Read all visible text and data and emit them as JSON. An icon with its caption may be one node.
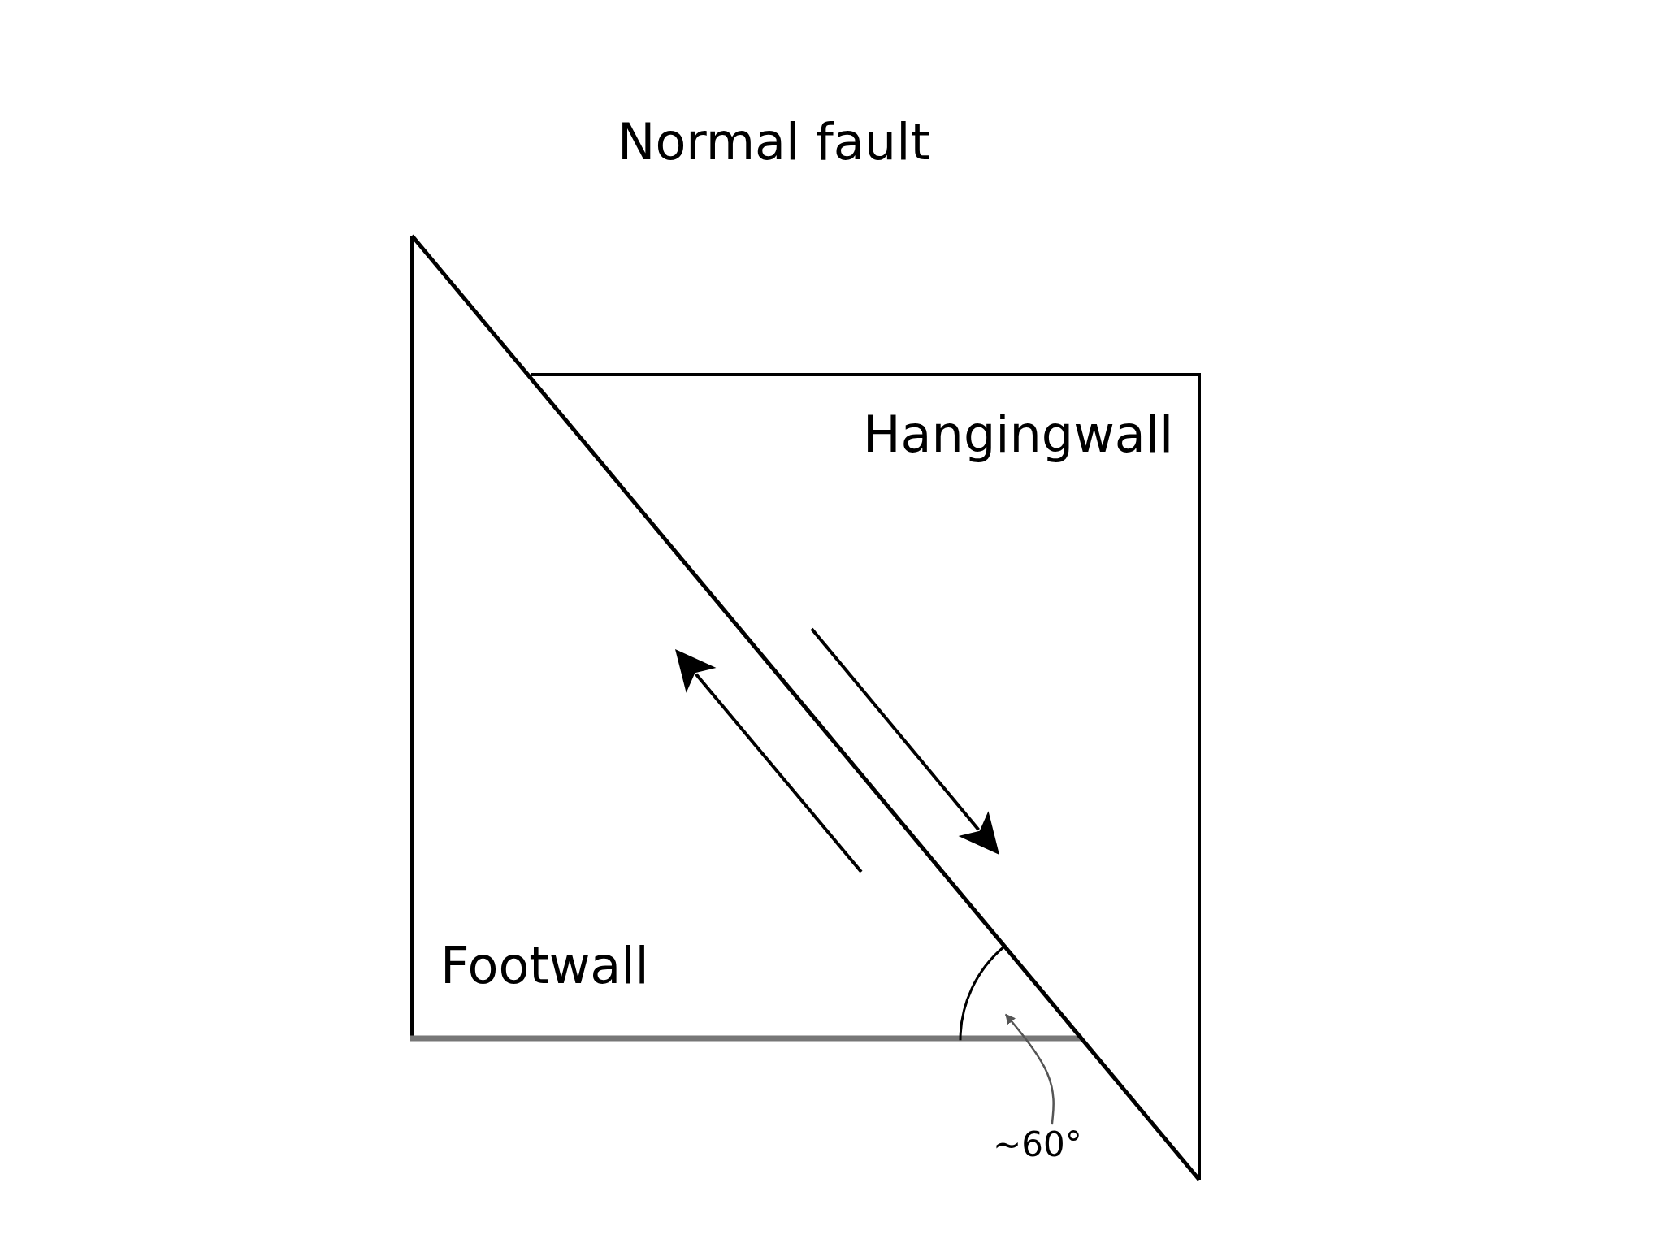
{
  "diagram": {
    "title": "Normal fault",
    "nodes": [
      {
        "text": [
          "~60°"
        ]
      },
      {
        "text": [],
        "shape": "arc"
      }
    ],
    "edges": [
      {
        "from": 0,
        "to": 1,
        "arrow": "to"
      }
    ],
    "labels": [
      "Hangingwall",
      "Footwall"
    ]
  }
}
